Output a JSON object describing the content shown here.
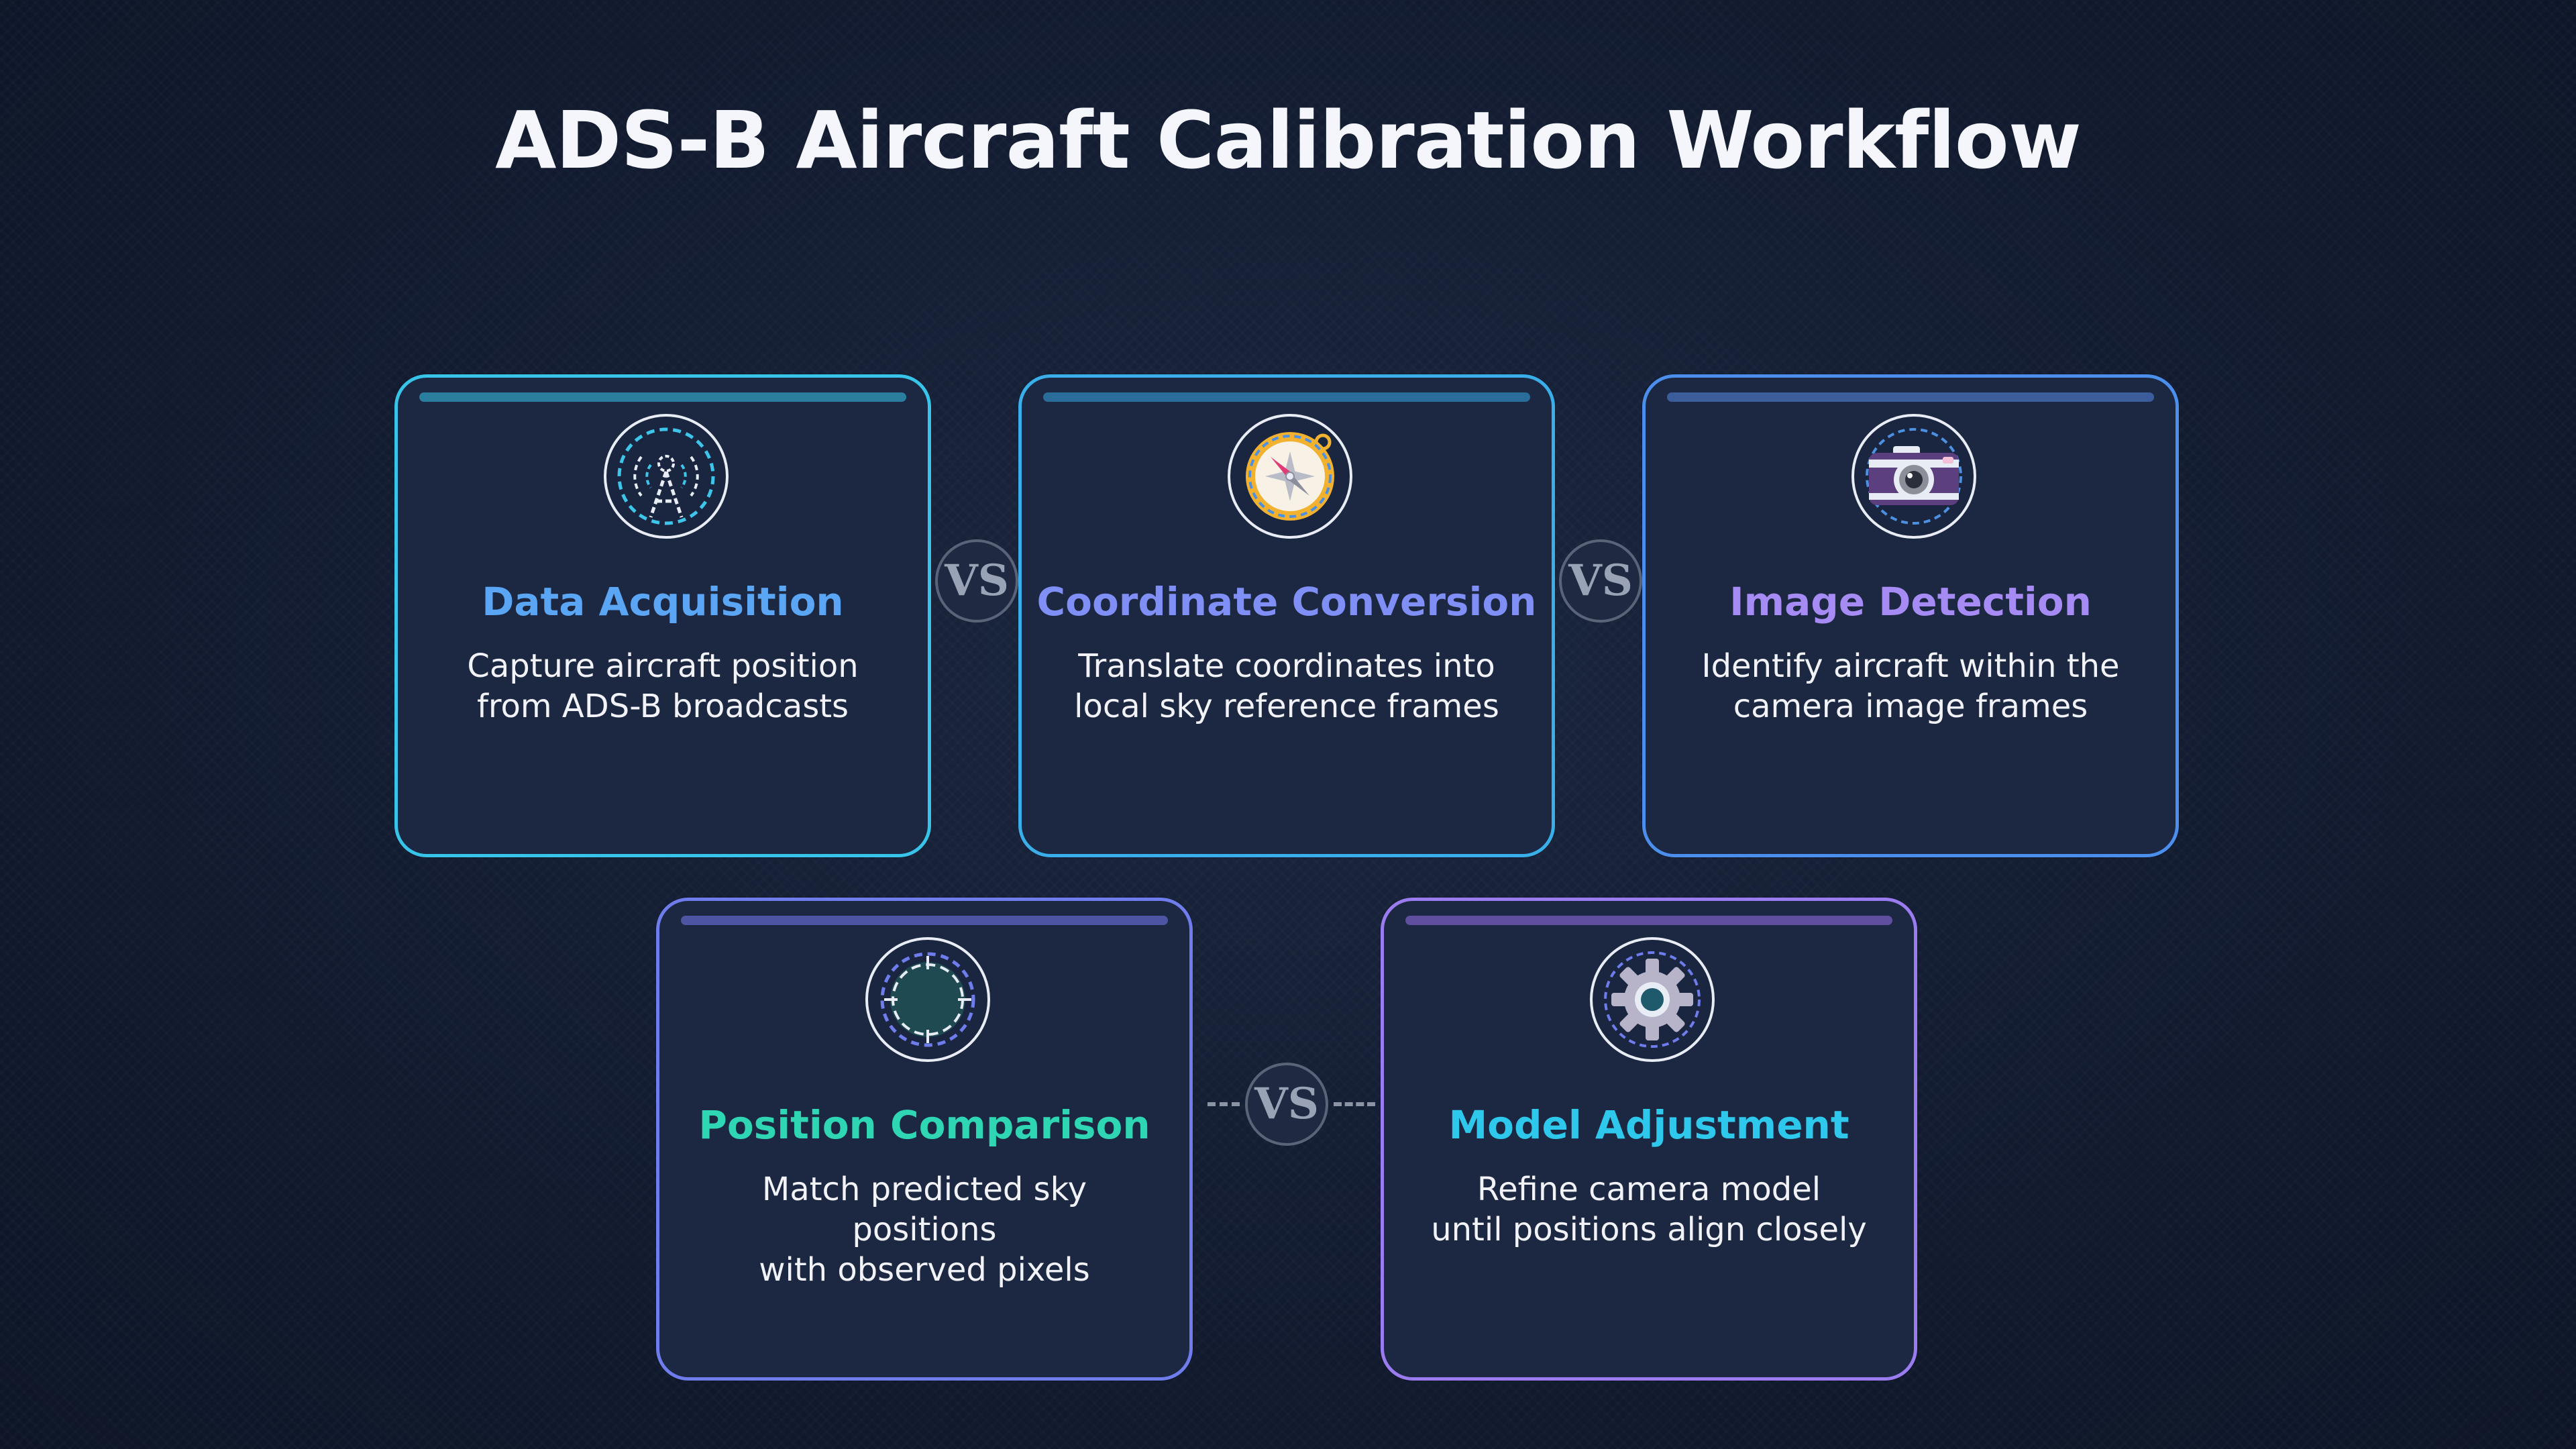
{
  "title": "ADS-B Aircraft Calibration Workflow",
  "connector_label": "VS",
  "steps": [
    {
      "title": "Data Acquisition",
      "line1": "Capture aircraft position",
      "line2": "from ADS-B broadcasts",
      "icon": "antenna-tower-icon",
      "title_color": "#5aa6f4",
      "border_color": "#38c3e8",
      "bar_color": "#2a7d9c"
    },
    {
      "title": "Coordinate Conversion",
      "line1": "Translate coordinates into",
      "line2": "local sky reference frames",
      "icon": "compass-icon",
      "title_color": "#7f8ff5",
      "border_color": "#3aaee8",
      "bar_color": "#2a6c9a"
    },
    {
      "title": "Image Detection",
      "line1": "Identify aircraft within the",
      "line2": "camera image frames",
      "icon": "camera-icon",
      "title_color": "#a78bf4",
      "border_color": "#4c8eec",
      "bar_color": "#3b5d9c"
    },
    {
      "title": "Position Comparison",
      "line1": "Match predicted sky positions",
      "line2": "with observed pixels",
      "icon": "target-icon",
      "title_color": "#2fd6b4",
      "border_color": "#6e7cec",
      "bar_color": "#4d55a2"
    },
    {
      "title": "Model Adjustment",
      "line1": "Refine camera model",
      "line2": "until positions align closely",
      "icon": "gear-icon",
      "title_color": "#2ec8ec",
      "border_color": "#9a7cf0",
      "bar_color": "#5f4f9e"
    }
  ]
}
